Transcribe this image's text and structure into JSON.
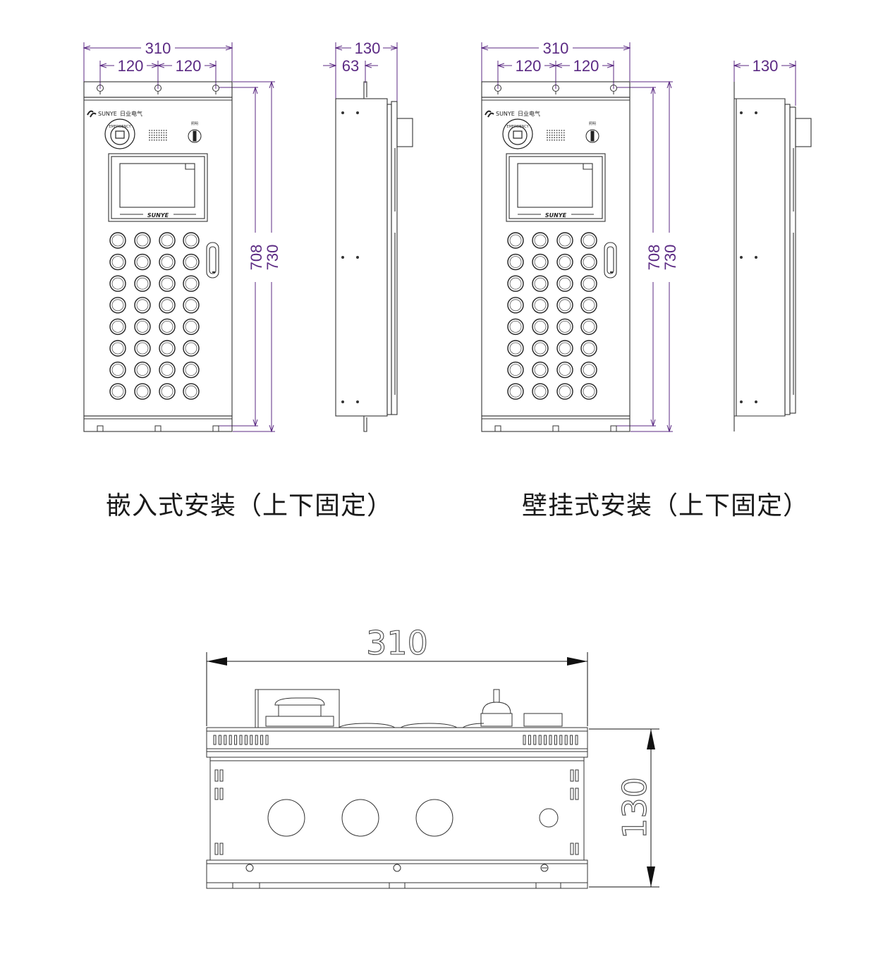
{
  "front_views": [
    {
      "dims": {
        "width": "310",
        "left_pitch": "120",
        "right_pitch": "120",
        "inner_height": "708",
        "outer_height": "730"
      },
      "caption": "嵌入式安装（上下固定）"
    },
    {
      "dims": {
        "width": "310",
        "left_pitch": "120",
        "right_pitch": "120",
        "inner_height": "708",
        "outer_height": "730"
      },
      "caption": "壁挂式安装（上下固定）"
    }
  ],
  "side_views": [
    {
      "depth": "130",
      "flange_offset": "63"
    },
    {
      "depth": "130"
    }
  ],
  "panel": {
    "brand_logo": "SUNYE",
    "brand_cn": "日业电气",
    "emergency_label": "EMERGENCY",
    "screen_brand": "SUNYE",
    "key_switch_label": "照明"
  },
  "bottom_view": {
    "width": "310",
    "depth": "130"
  },
  "colors": {
    "dimension": "#5b2a83",
    "line": "#333333"
  },
  "icons": [
    "mounting-keyhole-icon",
    "emergency-stop-icon",
    "key-switch-icon",
    "door-handle-icon",
    "sunye-logo-icon"
  ]
}
